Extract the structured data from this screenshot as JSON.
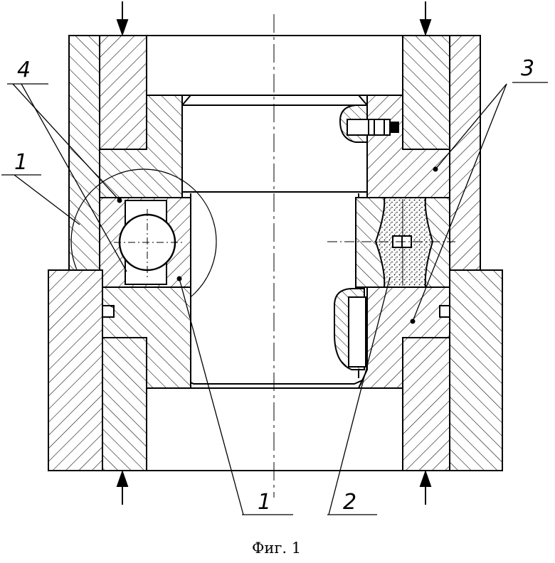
{
  "figure": {
    "caption": "Фиг. 1",
    "labels": {
      "label_4": "4",
      "label_1_left": "1",
      "label_3": "3",
      "label_1_bottom": "1",
      "label_2": "2"
    },
    "colors": {
      "line": "#000000",
      "background": "#ffffff",
      "stipple": "#000000"
    }
  }
}
